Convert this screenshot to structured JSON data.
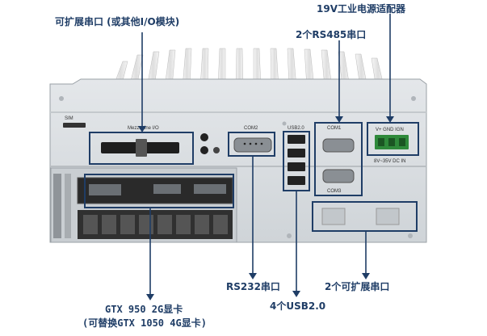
{
  "callouts": {
    "expand_serial": "可扩展串口 (或其他I/O模块)",
    "power_adapter": "19V工业电源适配器",
    "rs485": "2个RS485串口",
    "rs232": "RS232串口",
    "usb": "4个USB2.0",
    "two_serial": "2个可扩展串口",
    "gpu_line1": "GTX 950 2G显卡",
    "gpu_line2": "(可替换GTX 1050 4G显卡)"
  },
  "panel_labels": {
    "sim": "SIM",
    "mezzanine": "Mezzanine I/O",
    "com2": "COM2",
    "usb_header": "USB2.0",
    "com1": "COM1",
    "com3": "COM3",
    "power_pins": "V+ GND IGN",
    "dc_in": "8V~35V DC IN"
  },
  "colors": {
    "callout_text": "#1f3d66",
    "highlight_box": "#1f3d66",
    "chassis": "#d8dcdf",
    "fins": "#ececec"
  }
}
